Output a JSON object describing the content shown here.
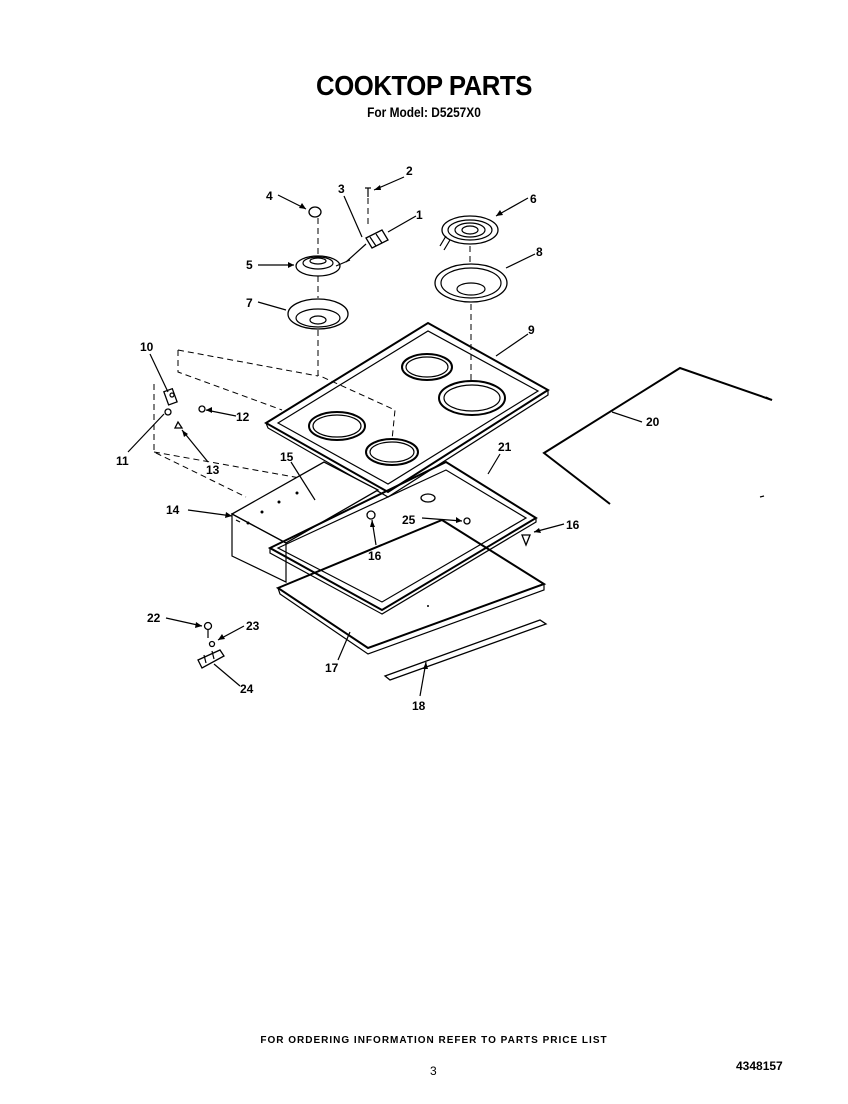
{
  "header": {
    "title": "COOKTOP PARTS",
    "subtitle": "For Model: D5257X0"
  },
  "callouts": [
    "1",
    "2",
    "3",
    "4",
    "5",
    "6",
    "7",
    "8",
    "9",
    "10",
    "11",
    "12",
    "13",
    "14",
    "15",
    "16",
    "16",
    "17",
    "18",
    "20",
    "21",
    "22",
    "23",
    "24",
    "25"
  ],
  "footer": {
    "ordering_note": "FOR ORDERING INFORMATION REFER TO PARTS PRICE LIST",
    "page_number": "3",
    "document_number": "4348157"
  }
}
